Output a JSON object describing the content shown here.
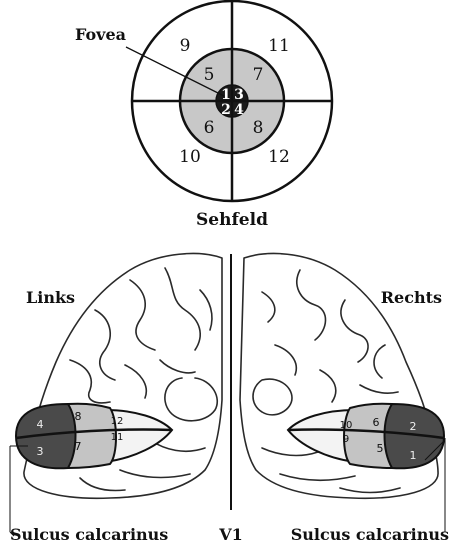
{
  "visual_field": {
    "title": "Sehfeld",
    "fovea_label": "Fovea",
    "outer_numbers": [
      "9",
      "11",
      "10",
      "12"
    ],
    "middle_numbers": [
      "5",
      "7",
      "6",
      "8"
    ],
    "inner_numbers": [
      "1",
      "3",
      "2",
      "4"
    ]
  },
  "cortex": {
    "left_label": "Links",
    "right_label": "Rechts",
    "center_label": "V1",
    "sulcus_left": "Sulcus calcarinus",
    "sulcus_right": "Sulcus calcarinus",
    "left_numbers": [
      "4",
      "8",
      "12",
      "3",
      "7",
      "11"
    ],
    "right_numbers": [
      "10",
      "6",
      "2",
      "9",
      "5",
      "1"
    ]
  },
  "colors": {
    "line": "#111111",
    "middle_ring": "#c8c8c8",
    "fovea": "#1a1a1a",
    "outer_zone": "#f3f3f3",
    "dark_zone": "#4a4a4a",
    "mid_zone": "#c4c4c4"
  }
}
